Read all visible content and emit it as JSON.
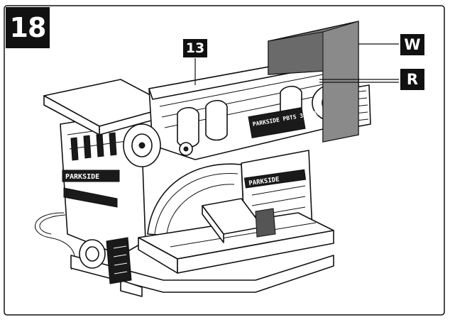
{
  "figure_number": "18",
  "callouts": {
    "thirteen": "13",
    "w": "W",
    "r": "R"
  },
  "machine": {
    "brand_badge_left": "PARKSIDE",
    "brand_badge_front": "PARKSIDE",
    "rating_plate": "PARKSIDE PBTS 370 A1"
  },
  "colors": {
    "ink": "#111111",
    "workpiece": "#7a7a7a",
    "background": "#ffffff"
  }
}
